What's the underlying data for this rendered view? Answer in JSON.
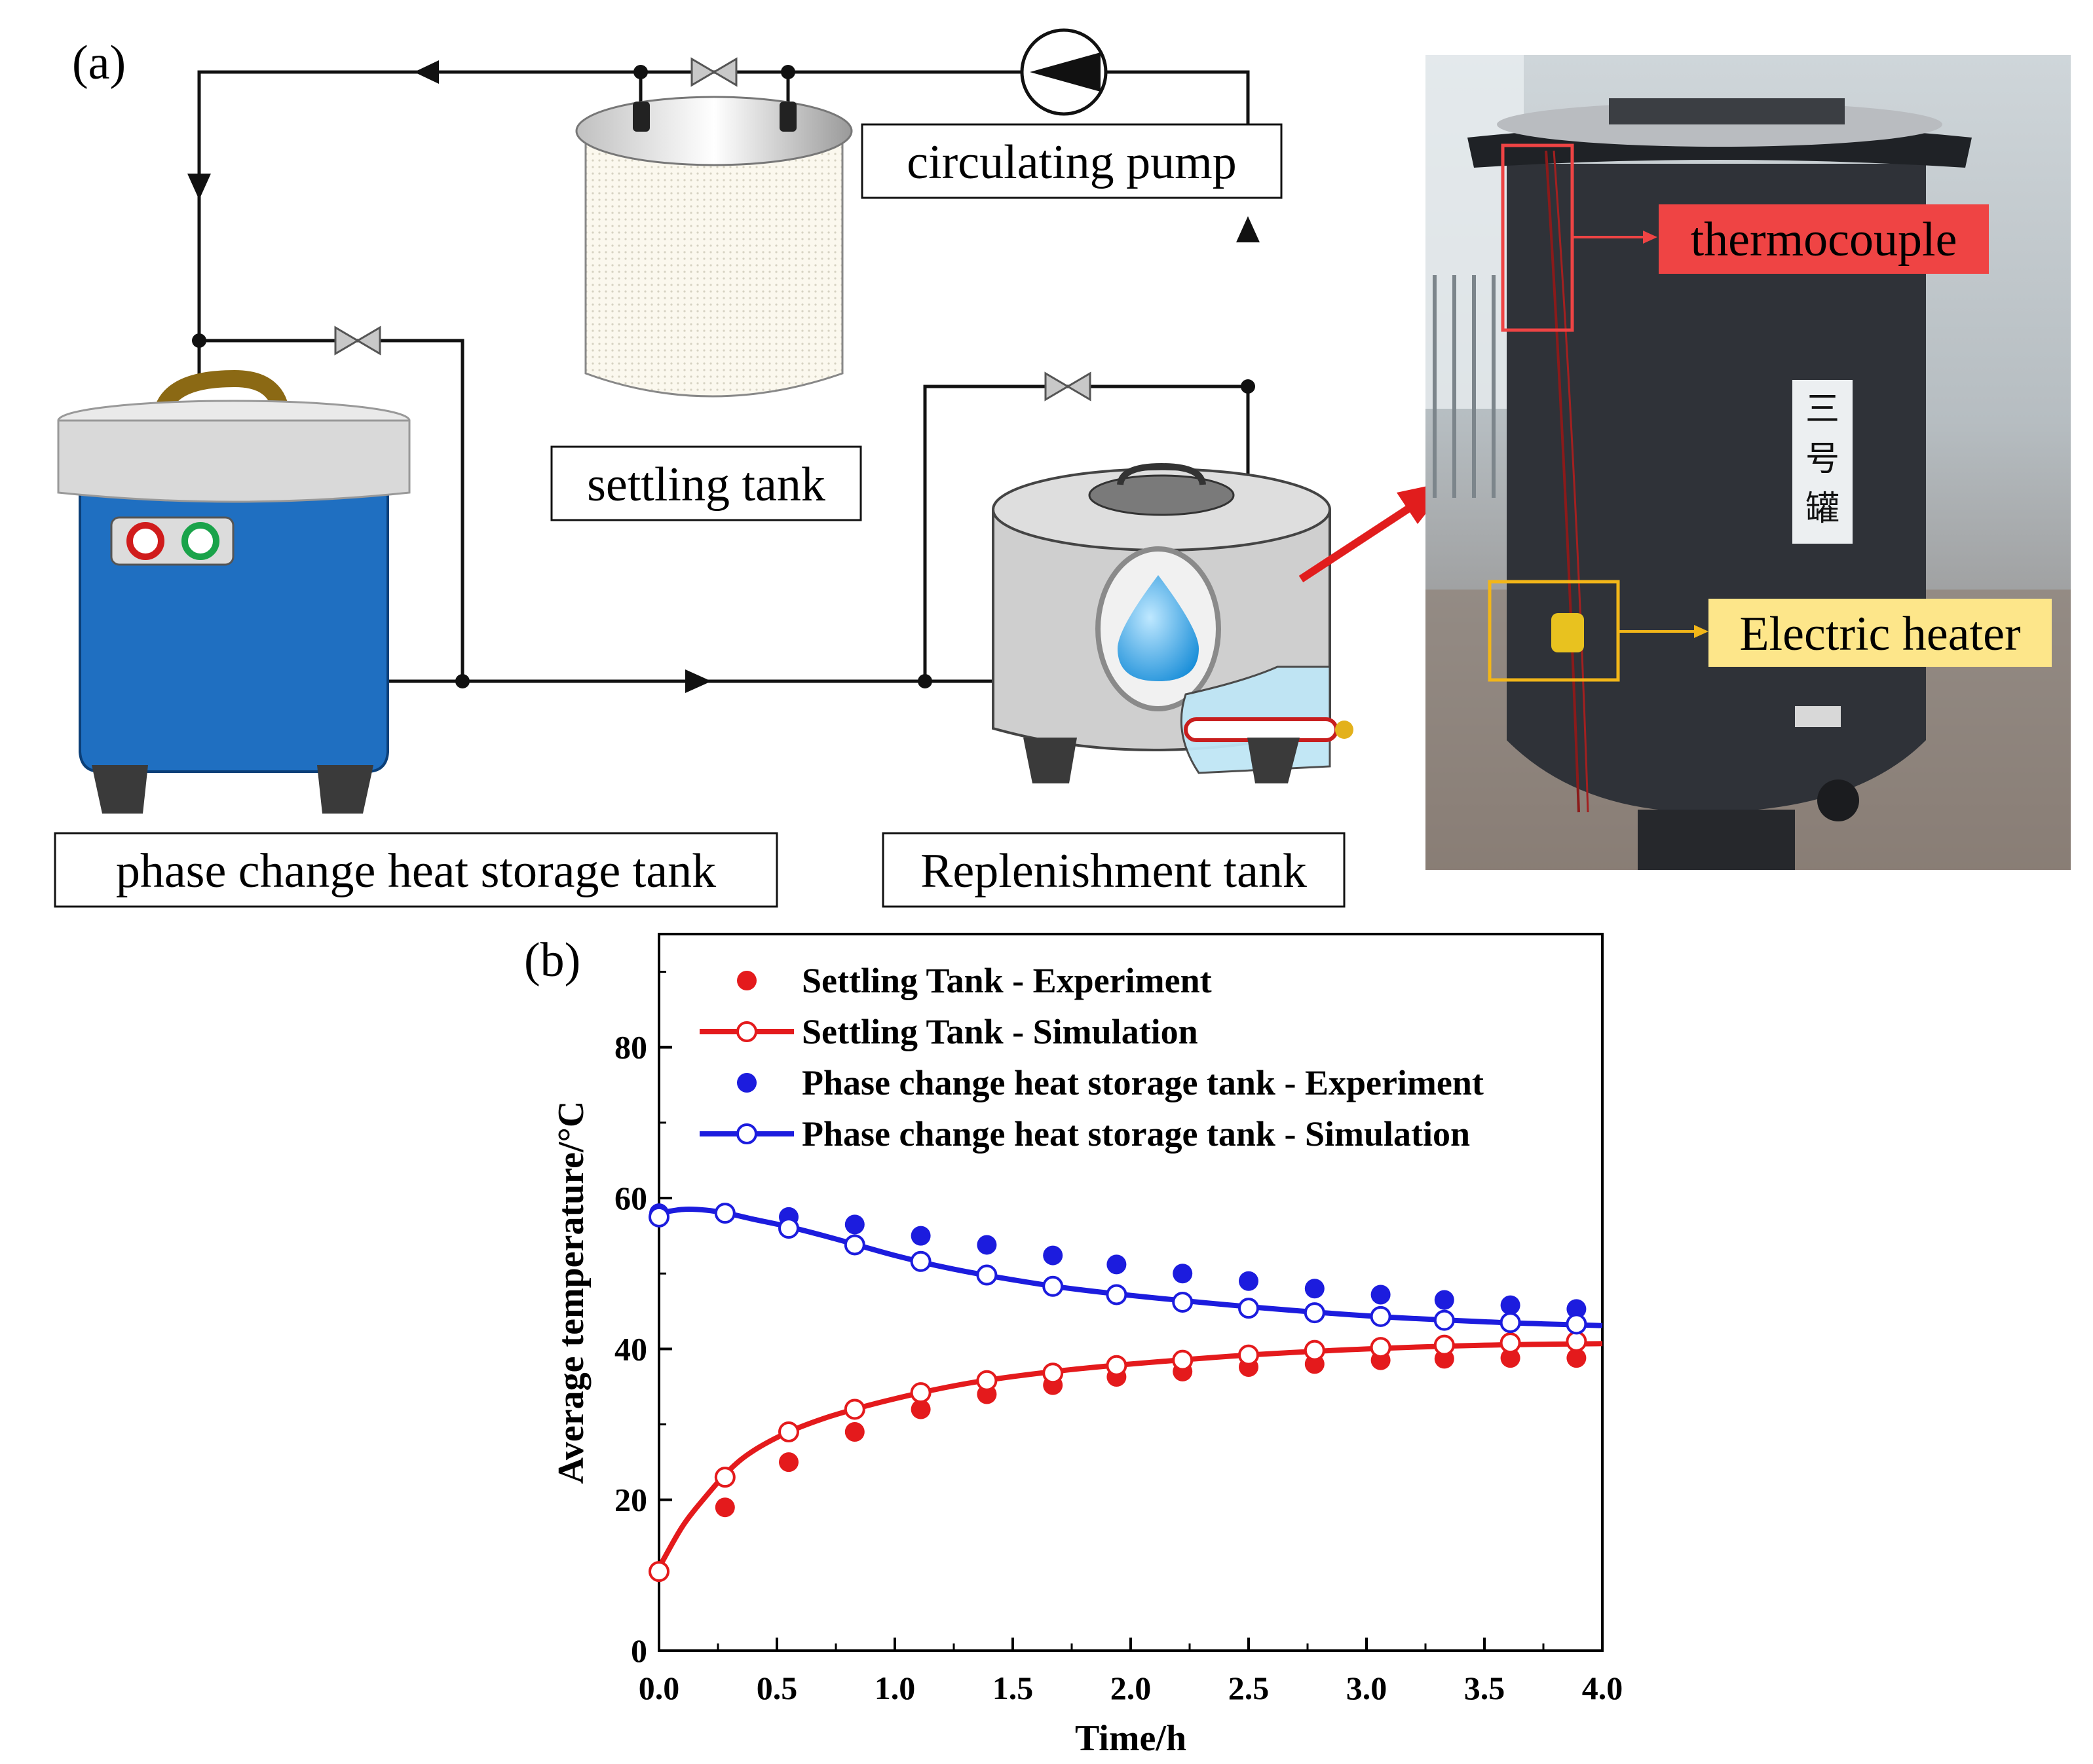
{
  "panel_a": {
    "label": "(a)",
    "labels": {
      "pump": "circulating pump",
      "settling": "settling tank",
      "phase_change": "phase change heat storage tank",
      "replenishment": "Replenishment tank",
      "thermocouple": "thermocouple",
      "heater": "Electric heater"
    },
    "photo_chars": [
      "三",
      "号",
      "罐"
    ],
    "colors": {
      "phase_tank_body": "#1f6fc1",
      "lid": "#d9d9d9",
      "handle": "#8b6914",
      "thermocouple_box": "#ef4444",
      "heater_box": "#fde68a",
      "arrow": "#e11d1d"
    }
  },
  "panel_b": {
    "label": "(b)"
  },
  "chart_data": {
    "type": "scatter",
    "xlabel": "Time/h",
    "ylabel": "Average temperature/°C",
    "xlim": [
      0,
      4
    ],
    "ylim": [
      0,
      95
    ],
    "xticks": [
      "0.0",
      "0.5",
      "1.0",
      "1.5",
      "2.0",
      "2.5",
      "3.0",
      "3.5",
      "4.0"
    ],
    "yticks": [
      "0",
      "20",
      "40",
      "60",
      "80"
    ],
    "legend_position": "top-left",
    "series": [
      {
        "name": "Settling Tank - Experiment",
        "style": "dots",
        "color": "#e41a1c",
        "x": [
          0.28,
          0.55,
          0.83,
          1.11,
          1.39,
          1.67,
          1.94,
          2.22,
          2.5,
          2.78,
          3.06,
          3.33,
          3.61,
          3.89
        ],
        "y": [
          19,
          25,
          29,
          32,
          34,
          35.2,
          36.3,
          37,
          37.6,
          38,
          38.5,
          38.7,
          38.8,
          38.8
        ]
      },
      {
        "name": "Settling Tank - Simulation",
        "style": "line-markers",
        "color": "#e41a1c",
        "x": [
          0,
          0.28,
          0.55,
          0.83,
          1.11,
          1.39,
          1.67,
          1.94,
          2.22,
          2.5,
          2.78,
          3.06,
          3.33,
          3.61,
          3.89
        ],
        "y": [
          10.5,
          23,
          29,
          32,
          34.2,
          35.8,
          36.8,
          37.8,
          38.5,
          39.2,
          39.8,
          40.2,
          40.5,
          40.8,
          41
        ],
        "curve_x": [
          0,
          0.1,
          0.2,
          0.3,
          0.4,
          0.55,
          0.7,
          0.85,
          1.0,
          1.2,
          1.4,
          1.7,
          2.0,
          2.5,
          3.0,
          3.5,
          4.0
        ],
        "curve_y": [
          11,
          16.5,
          20.5,
          24,
          26.5,
          29,
          30.8,
          32.2,
          33.4,
          34.8,
          35.9,
          37.1,
          38,
          39.2,
          40,
          40.5,
          40.7
        ]
      },
      {
        "name": "Phase change heat storage tank - Experiment",
        "style": "dots",
        "color": "#1c1cde",
        "x": [
          0,
          0.55,
          0.83,
          1.11,
          1.39,
          1.67,
          1.94,
          2.22,
          2.5,
          2.78,
          3.06,
          3.33,
          3.61,
          3.89
        ],
        "y": [
          58,
          57.5,
          56.5,
          55,
          53.8,
          52.4,
          51.2,
          50,
          49,
          48,
          47.2,
          46.5,
          45.8,
          45.3
        ]
      },
      {
        "name": "Phase change heat storage tank - Simulation",
        "style": "line-markers",
        "color": "#1c1cde",
        "x": [
          0,
          0.28,
          0.55,
          0.83,
          1.11,
          1.39,
          1.67,
          1.94,
          2.22,
          2.5,
          2.78,
          3.06,
          3.33,
          3.61,
          3.89
        ],
        "y": [
          57.5,
          58,
          56,
          53.8,
          51.6,
          49.8,
          48.3,
          47.2,
          46.2,
          45.4,
          44.8,
          44.3,
          43.8,
          43.5,
          43.3
        ],
        "curve_x": [
          0,
          0.1,
          0.2,
          0.3,
          0.4,
          0.55,
          0.7,
          0.85,
          1.0,
          1.2,
          1.4,
          1.7,
          2.0,
          2.5,
          3.0,
          3.5,
          4.0
        ],
        "curve_y": [
          58,
          58.5,
          58.4,
          57.9,
          57.2,
          56.2,
          55,
          53.7,
          52.4,
          50.9,
          49.7,
          48.2,
          47.1,
          45.6,
          44.4,
          43.6,
          43.1
        ]
      }
    ]
  }
}
